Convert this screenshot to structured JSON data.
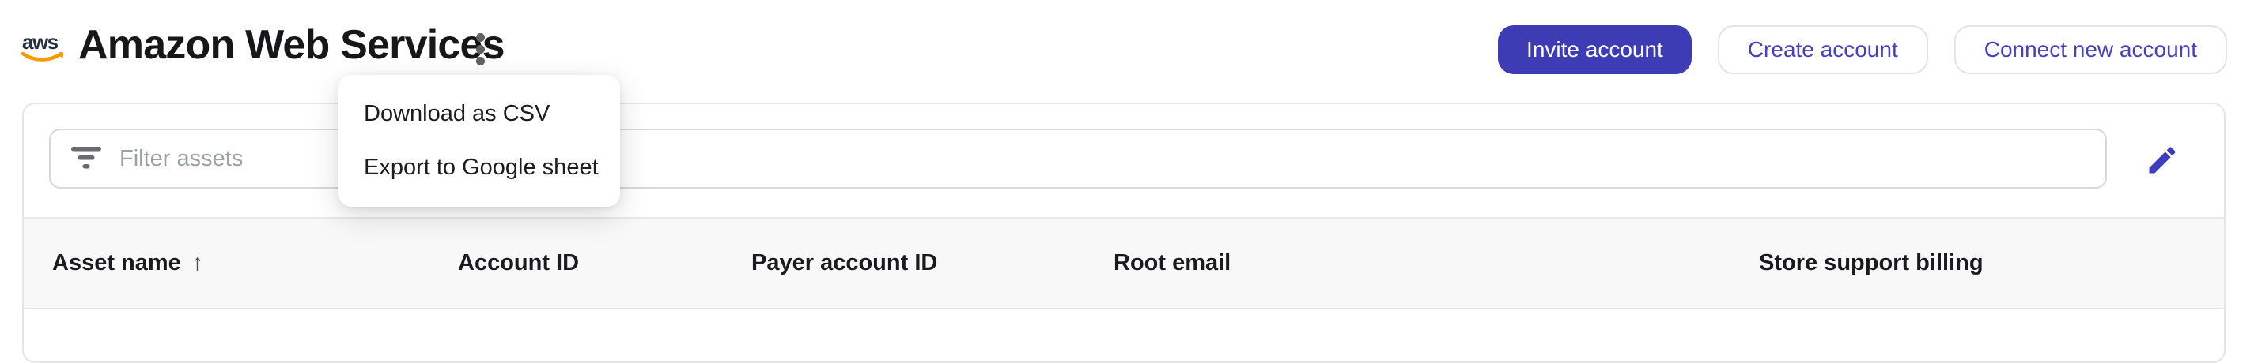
{
  "header": {
    "logo_text": "aws",
    "title": "Amazon Web Services",
    "actions": {
      "invite": "Invite account",
      "create": "Create account",
      "connect": "Connect new account"
    }
  },
  "kebab_menu": {
    "items": [
      {
        "label": "Download as CSV"
      },
      {
        "label": "Export to Google sheet"
      }
    ]
  },
  "toolbar": {
    "filter_placeholder": "Filter assets"
  },
  "table": {
    "columns": [
      {
        "label": "Asset name",
        "sort_indicator": "↑"
      },
      {
        "label": "Account ID"
      },
      {
        "label": "Payer account ID"
      },
      {
        "label": "Root email"
      },
      {
        "label": "Store support billing"
      }
    ]
  },
  "colors": {
    "primary_button": "#3e3cb4",
    "accent_text": "#4340c2",
    "aws_orange": "#ff9900",
    "header_row_bg": "#f8f8f9",
    "card_border": "#e6e6e9"
  }
}
